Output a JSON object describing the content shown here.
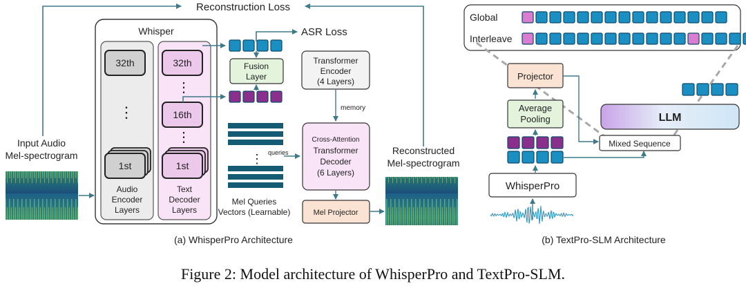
{
  "colors": {
    "teal_block": "#1b8fc2",
    "teal_stroke": "#0d4b6c",
    "purple_block": "#8a2f8c",
    "pink_block": "#d97dd0",
    "arrow": "#3d7a8a",
    "mel_bar": "#155b73",
    "fusion_fill": "#e3f3dc",
    "pink_panel": "#f9e3f6",
    "gray_panel": "#ececec",
    "mel_projector_fill": "#fbe3d4"
  },
  "left": {
    "reconstruction_loss": "Reconstruction Loss",
    "whisper_title": "Whisper",
    "asr_loss": "ASR Loss",
    "audio_layers": {
      "top": "32th",
      "dots": "⋮",
      "bottom": "1st",
      "caption": [
        "Audio",
        "Encoder",
        "Layers"
      ]
    },
    "text_layers": {
      "top": "32th",
      "mid": "16th",
      "dots": "⋮",
      "bottom": "1st",
      "caption": [
        "Text",
        "Decoder",
        "Layers"
      ]
    },
    "fusion_layer": [
      "Fusion",
      "Layer"
    ],
    "transformer_encoder": [
      "Transformer",
      "Encoder",
      "(4 Layers)"
    ],
    "memory": "memory",
    "queries": "queries",
    "cross_attention": [
      "Cross-Attention",
      "Transformer",
      "Decoder",
      "(6 Layers)"
    ],
    "mel_projector": "Mel Projector",
    "mel_queries": [
      "Mel Queries",
      "Vectors (Learnable)"
    ],
    "input_audio": [
      "Input Audio",
      "Mel-spectrogram"
    ],
    "reconstructed": [
      "Reconstructed",
      "Mel-spectrogram"
    ],
    "caption": "(a) WhisperPro Architecture"
  },
  "right": {
    "global_label": "Global",
    "interleave_label": "Interleave",
    "global_sequence": [
      "pink",
      "teal",
      "teal",
      "teal",
      "teal",
      "teal",
      "teal",
      "teal",
      "teal",
      "teal",
      "teal",
      "teal",
      "teal",
      "teal",
      "teal"
    ],
    "interleave_sequence": [
      "pink",
      "teal",
      "teal",
      "teal",
      "teal",
      "teal",
      "teal",
      "teal",
      "teal",
      "teal",
      "teal",
      "teal",
      "pink",
      "teal",
      "teal",
      "teal",
      "teal"
    ],
    "projector": "Projector",
    "average_pooling": [
      "Average",
      "Pooling"
    ],
    "llm": "LLM",
    "mixed_sequence": "Mixed Sequence",
    "whisperpro": "WhisperPro",
    "caption": "(b) TextPro-SLM Architecture"
  },
  "figure_caption": "Figure 2: Model architecture of WhisperPro and TextPro-SLM."
}
